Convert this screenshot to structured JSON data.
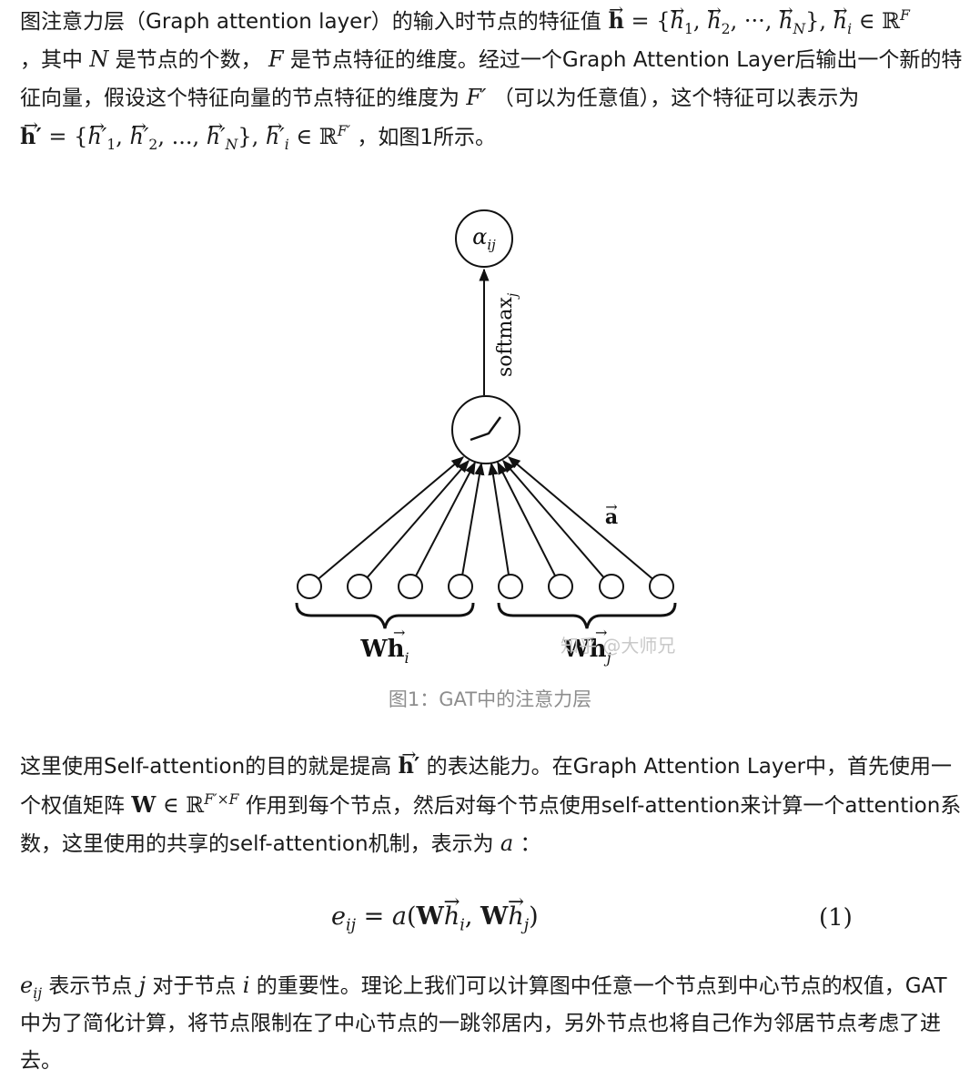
{
  "para1": {
    "t1": "图注意力层（Graph attention layer）的输入时节点的特征值",
    "m1": "h = {h₁, h₂, ···, h_N}, h_i ∈ ℝ^F",
    "t2": "，其中",
    "m2": "N",
    "t3": "是节点的个数，",
    "m3": "F",
    "t4": "是节点特征的维度。经过一个Graph Attention Layer后输出一个新的特征向量，假设这个特征向量的节点特征的维度为",
    "m4": "F′",
    "t5": "（可以为任意值），这个特征可以表示为",
    "m5": "h′ = {h′₁, h′₂, ..., h′_N}, h′_i ∈ ℝ^F′",
    "t6": "，如图1所示。"
  },
  "figure": {
    "output_label": "α",
    "output_sub": "ij",
    "arrow_label": "softmax",
    "arrow_label_sub": "j",
    "weight_label": "a",
    "left_group": "Wh",
    "left_sub": "i",
    "right_group": "Wh",
    "right_sub": "j",
    "watermark": "知乎 @大师兄",
    "caption": "图1：GAT中的注意力层"
  },
  "para2": {
    "t1": "这里使用Self-attention的目的就是提高",
    "m1": "h′",
    "t2": "的表达能力。在Graph Attention Layer中，首先使用一个权值矩阵",
    "m2": "W ∈ ℝ^(F′×F)",
    "t3": "作用到每个节点，然后对每个节点使用self-attention来计算一个attention系数，这里使用的共享的self-attention机制，表示为",
    "m3": "a",
    "t4": "："
  },
  "equation": {
    "body": "e_ij = a(Wh_i, Wh_j)",
    "number": "(1)"
  },
  "para3": {
    "m1": "e_ij",
    "t1": "表示节点",
    "m2": "j",
    "t2": "对于节点",
    "m3": "i",
    "t3": "的重要性。理论上我们可以计算图中任意一个节点到中心节点的权值，GAT中为了简化计算，将节点限制在了中心节点的一跳邻居内，另外节点也将自己作为邻居节点考虑了进去。"
  }
}
